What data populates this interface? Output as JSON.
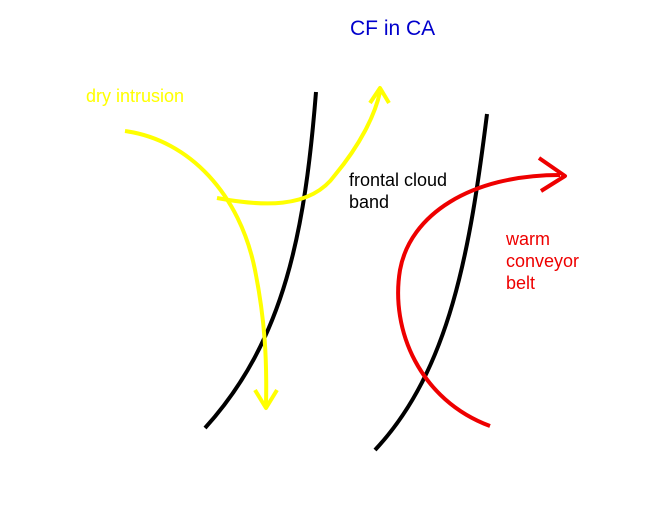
{
  "title": "CF in CA",
  "labels": {
    "dry_intrusion": "dry intrusion",
    "frontal_cloud_band_line1": "frontal cloud",
    "frontal_cloud_band_line2": "band",
    "warm_conveyor_belt_line1": "warm",
    "warm_conveyor_belt_line2": "conveyor",
    "warm_conveyor_belt_line3": "belt"
  },
  "colors": {
    "title": "#0000cc",
    "dry_intrusion": "#ffff00",
    "frontal_lines": "#000000",
    "warm_conveyor_belt": "#ee0000",
    "text": "#000000"
  }
}
